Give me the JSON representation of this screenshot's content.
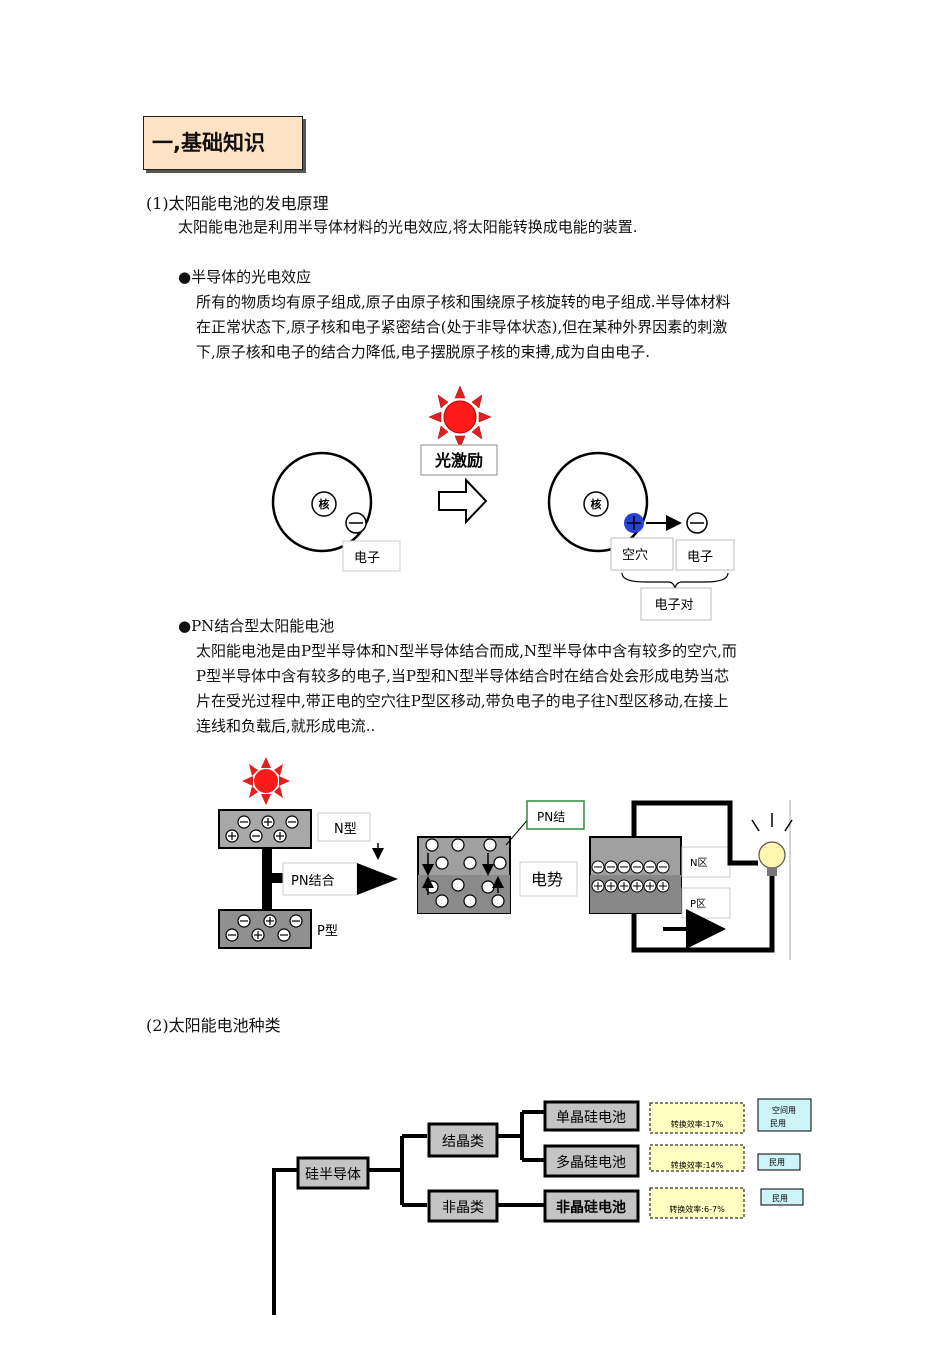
{
  "section_title": "一,基础知识",
  "s1": {
    "heading": "(1)太阳能电池的发电原理",
    "intro": "太阳能电池是利用半导体材料的光电效应,将太阳能转换成电能的装置.",
    "b1_title": "●半导体的光电效应",
    "b1_lines": [
      "所有的物质均有原子组成,原子由原子核和围绕原子核旋转的电子组成.半导体材料",
      "在正常状态下,原子核和电子紧密结合(处于非导体状态),但在某种外界因素的刺激",
      "下,原子核和电子的结合力降低,电子摆脱原子核的束搏,成为自由电子."
    ],
    "fig1": {
      "light_excitation": "光激励",
      "nucleus": "核",
      "electron": "电子",
      "hole": "空穴",
      "electron_pair": "电子对"
    },
    "b2_title": "●PN结合型太阳能电池",
    "b2_lines": [
      "太阳能电池是由P型半导体和N型半导体结合而成,N型半导体中含有较多的空穴,而",
      "P型半导体中含有较多的电子,当P型和N型半导体结合时在结合处会形成电势当芯",
      "片在受光过程中,带正电的空穴往P型区移动,带负电子的电子往N型区移动,在接上",
      "连线和负载后,就形成电流.."
    ],
    "fig2": {
      "n_type": "N型",
      "p_type": "P型",
      "pn_junction": "PN结合",
      "pn_knot": "PN结",
      "potential": "电势",
      "n_zone": "N区",
      "p_zone": "P区"
    }
  },
  "s2": {
    "heading": "(2)太阳能电池种类",
    "tree": {
      "root": "硅半导体",
      "crystal": "结晶类",
      "amorphous": "非晶类",
      "mono": "单晶硅电池",
      "poly": "多晶硅电池",
      "amorph_cell": "非晶硅电池",
      "eff_mono": "转换效率:17%",
      "eff_poly": "转换效率:14%",
      "eff_amorph": "转换效率:6-7%",
      "use_mono_1": "空间用",
      "use_mono_2": "民用",
      "use_poly": "民用",
      "use_amorph": "民用"
    }
  }
}
